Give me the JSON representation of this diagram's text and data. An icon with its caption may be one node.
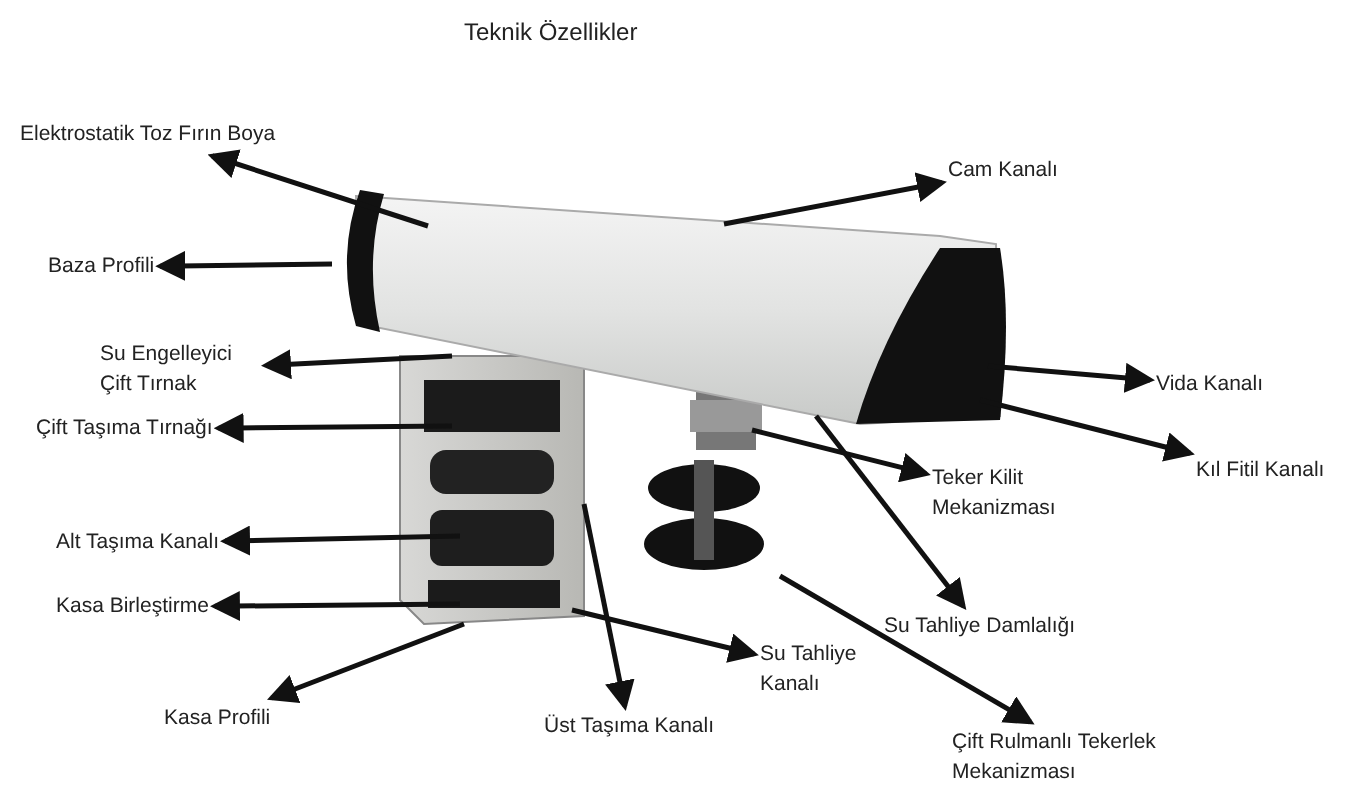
{
  "diagram": {
    "title": "Teknik Özellikler",
    "nodes": [
      {
        "text": [
          "Elektrostatik Toz Fırın Boya"
        ]
      },
      {
        "text": [
          "Cam Kanalı"
        ]
      },
      {
        "text": [
          "Baza Profili"
        ]
      },
      {
        "text": [
          "Su Engelleyici Çift Tırnak"
        ]
      },
      {
        "text": [
          "Çift Taşıma Tırnağı"
        ]
      },
      {
        "text": [
          "Vida Kanalı"
        ]
      },
      {
        "text": [
          "Kıl Fitil Kanalı"
        ]
      },
      {
        "text": [
          "Teker Kilit Mekanizması"
        ]
      },
      {
        "text": [
          "Alt Taşıma Kanalı"
        ]
      },
      {
        "text": [
          "Kasa Birleştirme"
        ]
      },
      {
        "text": [
          "Su Tahliye Damlalığı"
        ]
      },
      {
        "text": [
          "Su Tahliye Kanalı"
        ]
      },
      {
        "text": [
          "Kasa Profili"
        ]
      },
      {
        "text": [
          "Üst Taşıma Kanalı"
        ]
      },
      {
        "text": [
          "Çift Rulmanlı Tekerlek Mekanizması"
        ]
      }
    ],
    "edges": [
      {
        "from": null,
        "to": 0,
        "arrow": "to"
      },
      {
        "from": null,
        "to": 1,
        "arrow": "to"
      },
      {
        "from": null,
        "to": 2,
        "arrow": "to"
      },
      {
        "from": null,
        "to": 3,
        "arrow": "to"
      },
      {
        "from": null,
        "to": 4,
        "arrow": "to"
      },
      {
        "from": null,
        "to": 5,
        "arrow": "to"
      },
      {
        "from": null,
        "to": 6,
        "arrow": "to"
      },
      {
        "from": null,
        "to": 7,
        "arrow": "to"
      },
      {
        "from": null,
        "to": 8,
        "arrow": "to"
      },
      {
        "from": null,
        "to": 9,
        "arrow": "to"
      },
      {
        "from": null,
        "to": 10,
        "arrow": "to"
      },
      {
        "from": null,
        "to": 11,
        "arrow": "to"
      },
      {
        "from": null,
        "to": 12,
        "arrow": "to"
      },
      {
        "from": null,
        "to": 13,
        "arrow": "to"
      },
      {
        "from": null,
        "to": 14,
        "arrow": "to"
      }
    ]
  }
}
